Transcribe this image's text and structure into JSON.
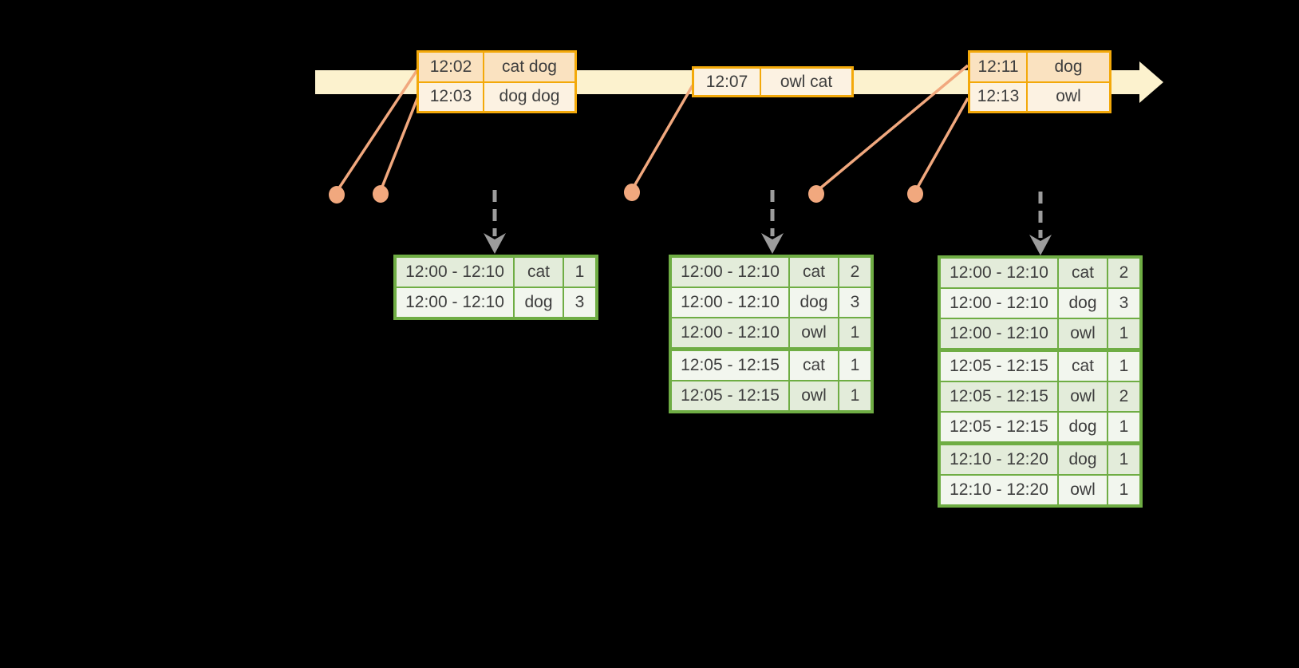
{
  "colors": {
    "background": "#000000",
    "timeline_band": "#FCF2CE",
    "event_table_border": "#F3A90A",
    "event_row_peach": "#FAE2C0",
    "event_row_cream": "#FCF2E2",
    "connector_salmon": "#F1A87E",
    "window_table_border": "#6FAD44",
    "window_row_dark": "#E3ECDA",
    "window_row_light": "#F2F6EE",
    "emit_arrow_gray": "#9C9C9C",
    "text": "#3E3E3E"
  },
  "icons": {
    "timeline_arrowhead": "right-pointing-triangle",
    "event_marker": "filled-dot",
    "emit_arrow": "dashed-down-arrow"
  },
  "events": [
    {
      "rows": [
        {
          "time": "12:02",
          "data": "cat dog"
        },
        {
          "time": "12:03",
          "data": "dog dog"
        }
      ]
    },
    {
      "rows": [
        {
          "time": "12:07",
          "data": "owl cat"
        }
      ]
    },
    {
      "rows": [
        {
          "time": "12:11",
          "data": "dog"
        },
        {
          "time": "12:13",
          "data": "owl"
        }
      ]
    }
  ],
  "windows": [
    {
      "groups": [
        {
          "rows": [
            {
              "window": "12:00 - 12:10",
              "key": "cat",
              "count": "1"
            },
            {
              "window": "12:00 - 12:10",
              "key": "dog",
              "count": "3"
            }
          ]
        }
      ]
    },
    {
      "groups": [
        {
          "rows": [
            {
              "window": "12:00 - 12:10",
              "key": "cat",
              "count": "2"
            },
            {
              "window": "12:00 - 12:10",
              "key": "dog",
              "count": "3"
            },
            {
              "window": "12:00 - 12:10",
              "key": "owl",
              "count": "1"
            }
          ]
        },
        {
          "rows": [
            {
              "window": "12:05 - 12:15",
              "key": "cat",
              "count": "1"
            },
            {
              "window": "12:05 - 12:15",
              "key": "owl",
              "count": "1"
            }
          ]
        }
      ]
    },
    {
      "groups": [
        {
          "rows": [
            {
              "window": "12:00 - 12:10",
              "key": "cat",
              "count": "2"
            },
            {
              "window": "12:00 - 12:10",
              "key": "dog",
              "count": "3"
            },
            {
              "window": "12:00 - 12:10",
              "key": "owl",
              "count": "1"
            }
          ]
        },
        {
          "rows": [
            {
              "window": "12:05 - 12:15",
              "key": "cat",
              "count": "1"
            },
            {
              "window": "12:05 - 12:15",
              "key": "owl",
              "count": "2"
            },
            {
              "window": "12:05 - 12:15",
              "key": "dog",
              "count": "1"
            }
          ]
        },
        {
          "rows": [
            {
              "window": "12:10 - 12:20",
              "key": "dog",
              "count": "1"
            },
            {
              "window": "12:10 - 12:20",
              "key": "owl",
              "count": "1"
            }
          ]
        }
      ]
    }
  ]
}
